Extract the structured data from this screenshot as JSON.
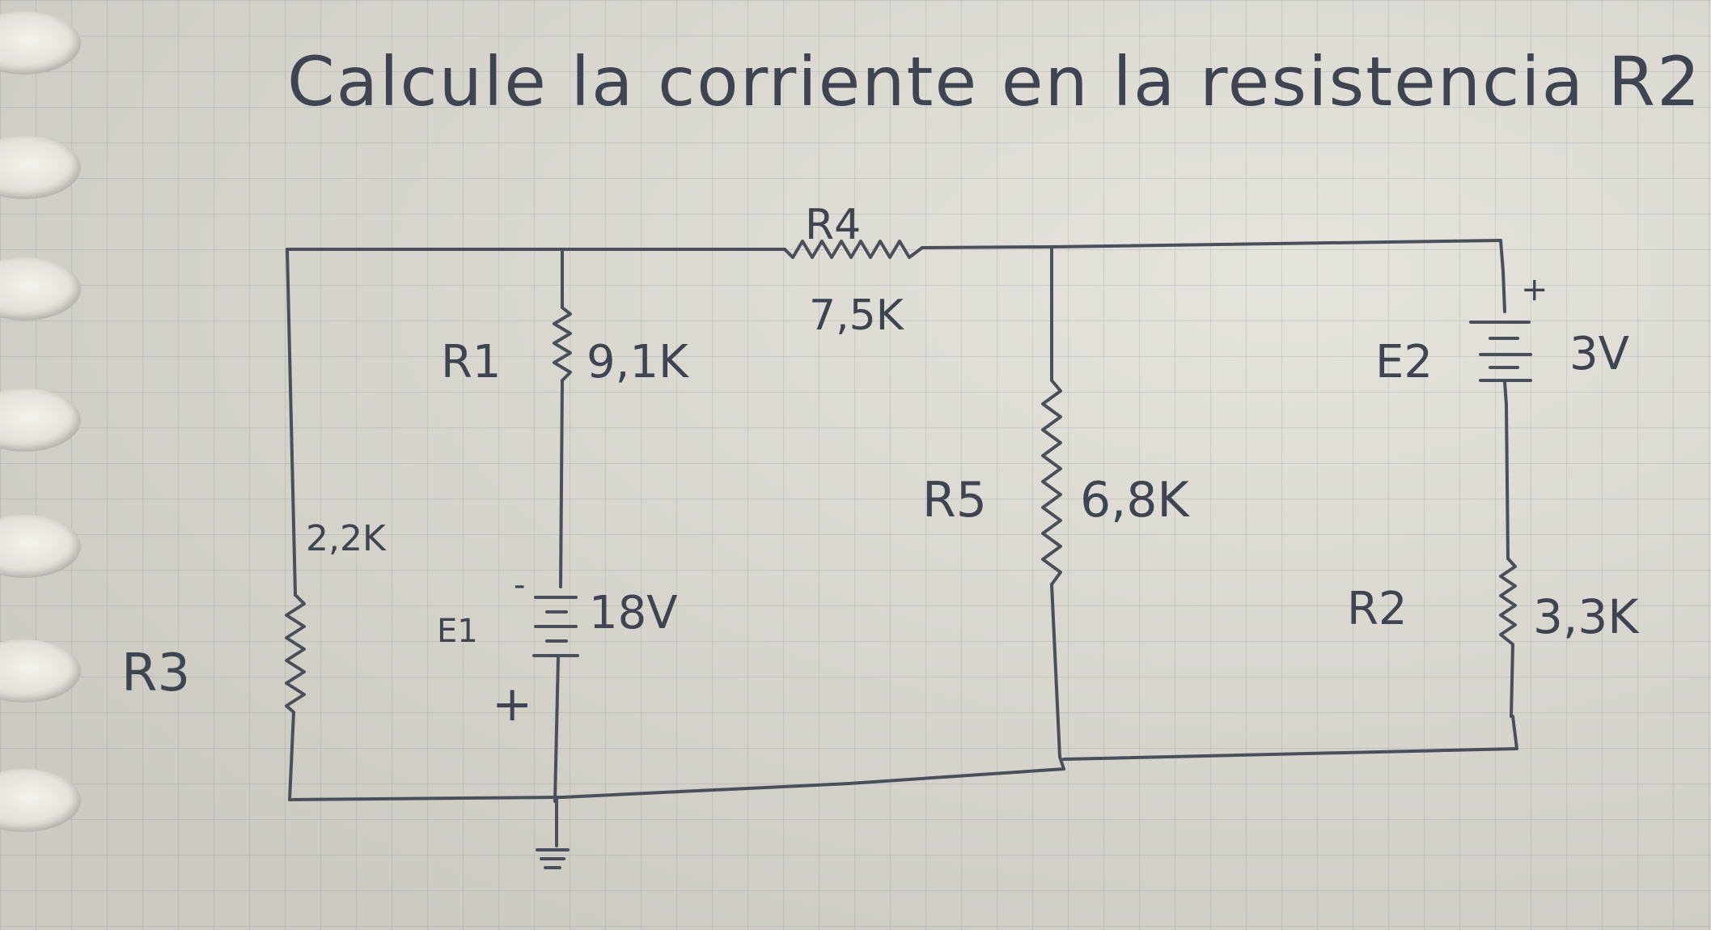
{
  "title": "Calcule la corriente en la resistencia R2",
  "components": {
    "R4": {
      "name": "R4",
      "value": "7,5K"
    },
    "R1": {
      "name": "R1",
      "value": "9,1K"
    },
    "R5": {
      "name": "R5",
      "value": "6,8K"
    },
    "R3": {
      "name": "R3",
      "value": "2,2K"
    },
    "R2": {
      "name": "R2",
      "value": "3,3K"
    },
    "E1": {
      "name": "E1",
      "value": "18V",
      "plus": "+",
      "minus": "-"
    },
    "E2": {
      "name": "E2",
      "value": "3V",
      "plus": "+"
    }
  },
  "colors": {
    "ink": "#3f4452",
    "paper": "#dddbd1",
    "grid": "#8c96aa"
  },
  "icons": {
    "ground": "ground-icon",
    "binder_holes": "binder-hole-icon"
  }
}
